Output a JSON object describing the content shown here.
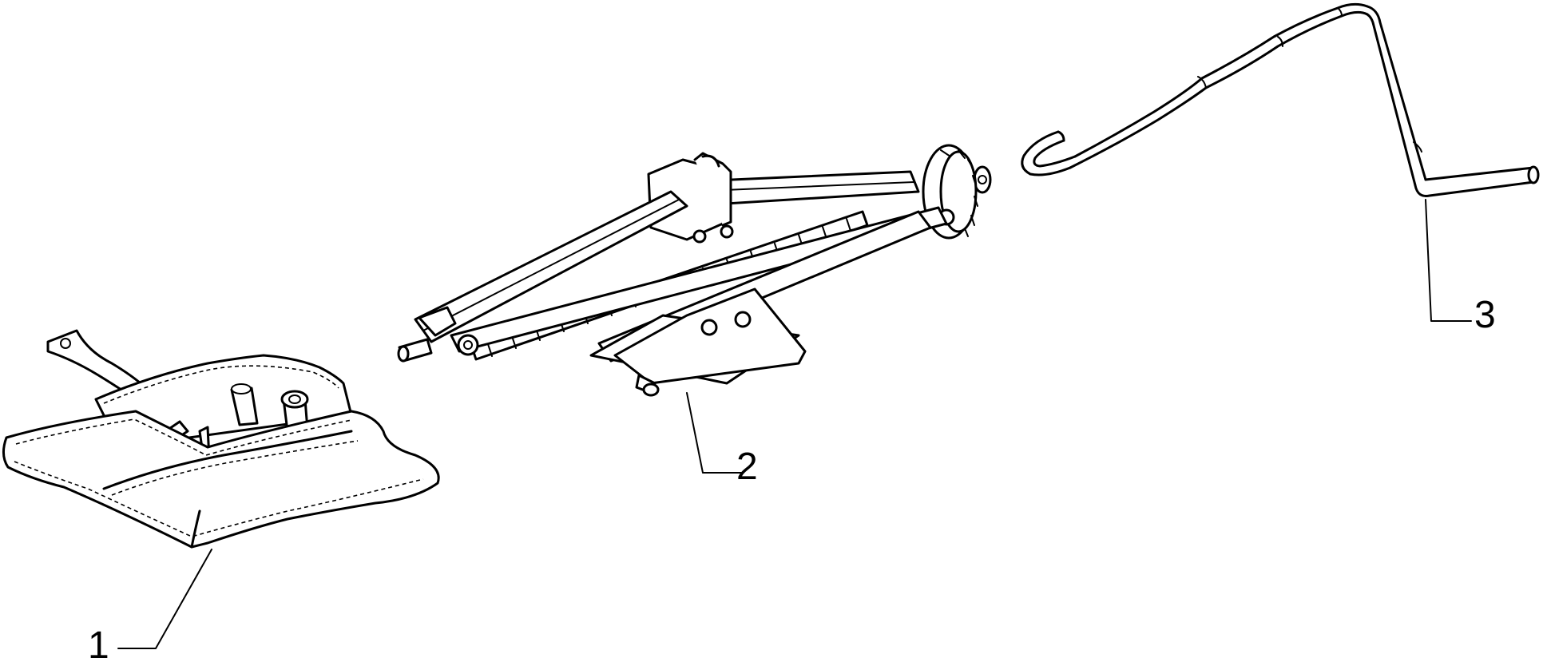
{
  "callouts": {
    "tool_bag": "1",
    "scissor_jack": "2",
    "jack_crank_handle": "3"
  }
}
